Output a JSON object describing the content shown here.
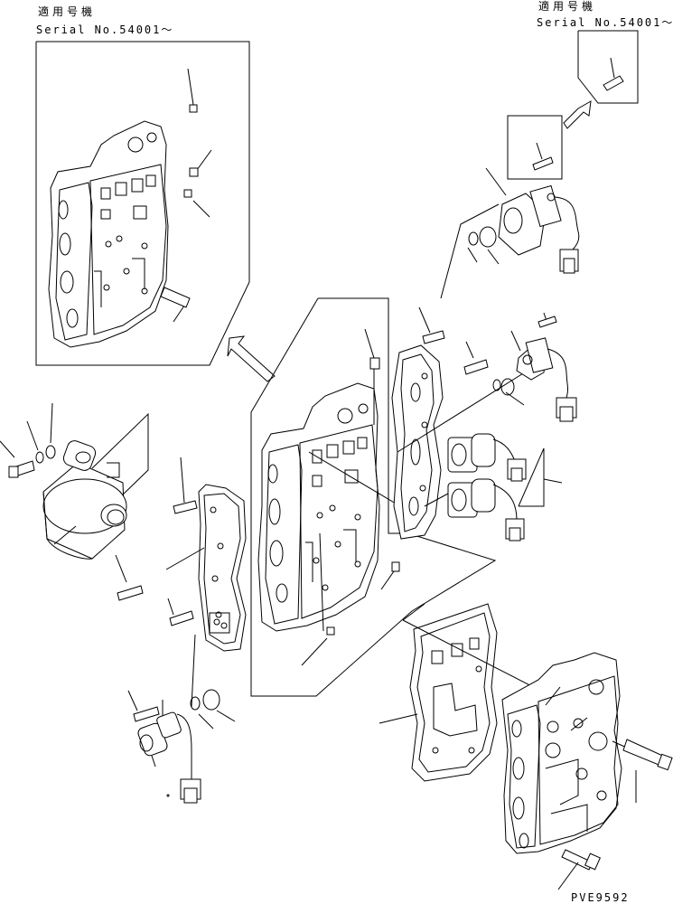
{
  "labels": {
    "applicable_machine_left": "適用号機",
    "serial_left": "Serial No.54001～",
    "applicable_machine_right": "適用号機",
    "serial_right": "Serial No.54001～",
    "drawing_code": "PVE9592"
  }
}
